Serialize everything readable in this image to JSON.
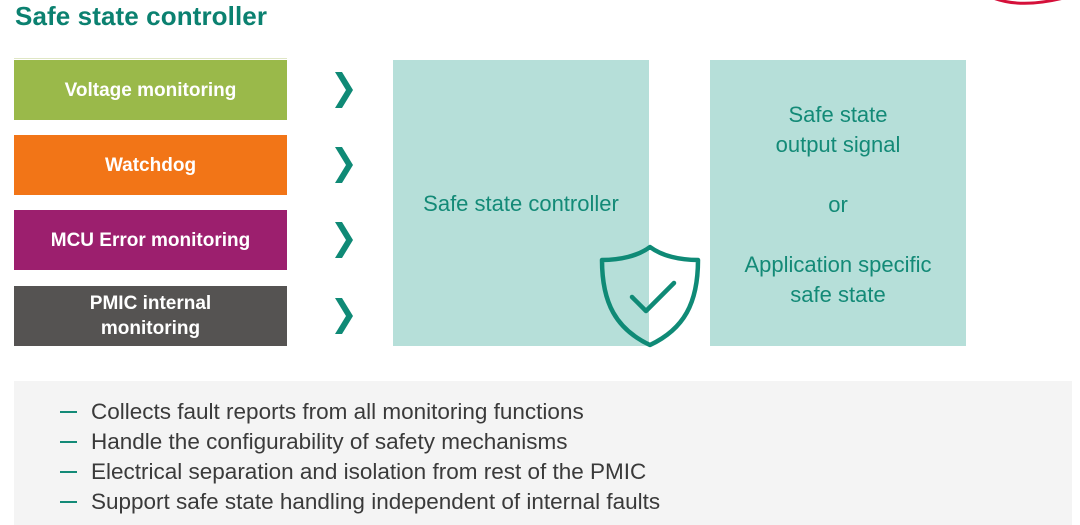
{
  "page": {
    "title": "Safe state controller"
  },
  "colors": {
    "brand_teal": "#0b8170",
    "panel_bg": "#b6dfd9",
    "logo_red": "#d5103a"
  },
  "inputs": [
    {
      "label": "Voltage monitoring",
      "color": "#9ab94a",
      "icon": "chevron-right-icon"
    },
    {
      "label": "Watchdog",
      "color": "#f27517",
      "icon": "chevron-right-icon"
    },
    {
      "label": "MCU Error monitoring",
      "color": "#9c1f6e",
      "icon": "chevron-right-icon"
    },
    {
      "label": "PMIC internal monitoring",
      "color": "#555352",
      "icon": "chevron-right-icon"
    }
  ],
  "controller": {
    "label": "Safe state controller",
    "icon": "shield-check-icon"
  },
  "output": {
    "line1": "Safe state",
    "line2": "output signal",
    "separator": "or",
    "line3": "Application specific",
    "line4": "safe state"
  },
  "bullets": [
    "Collects fault reports from all monitoring functions",
    "Handle the configurability of safety mechanisms",
    "Electrical separation and isolation from rest of the PMIC",
    "Support safe state handling independent of internal faults"
  ]
}
